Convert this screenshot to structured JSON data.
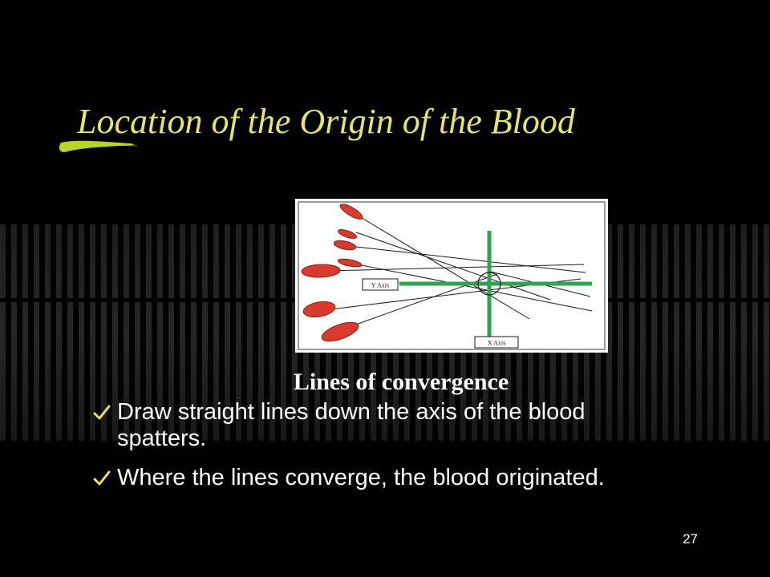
{
  "slide": {
    "title": "Location of the Origin of the Blood",
    "caption": "Lines of convergence",
    "bullets": [
      "Draw straight lines down the axis of the blood spatters.",
      "Where the lines converge, the blood originated."
    ],
    "page_number": "27"
  },
  "figure": {
    "y_axis_label": "Y Axis",
    "x_axis_label": "X Axis"
  },
  "colors": {
    "background": "#000000",
    "title": "#e8e46a",
    "text": "#ffffff",
    "accent_brush": "#b6d42a",
    "check": "#f0e060",
    "axis": "#2fa352",
    "blood": "#d83a2e",
    "stripe": "#2a2a2a"
  }
}
